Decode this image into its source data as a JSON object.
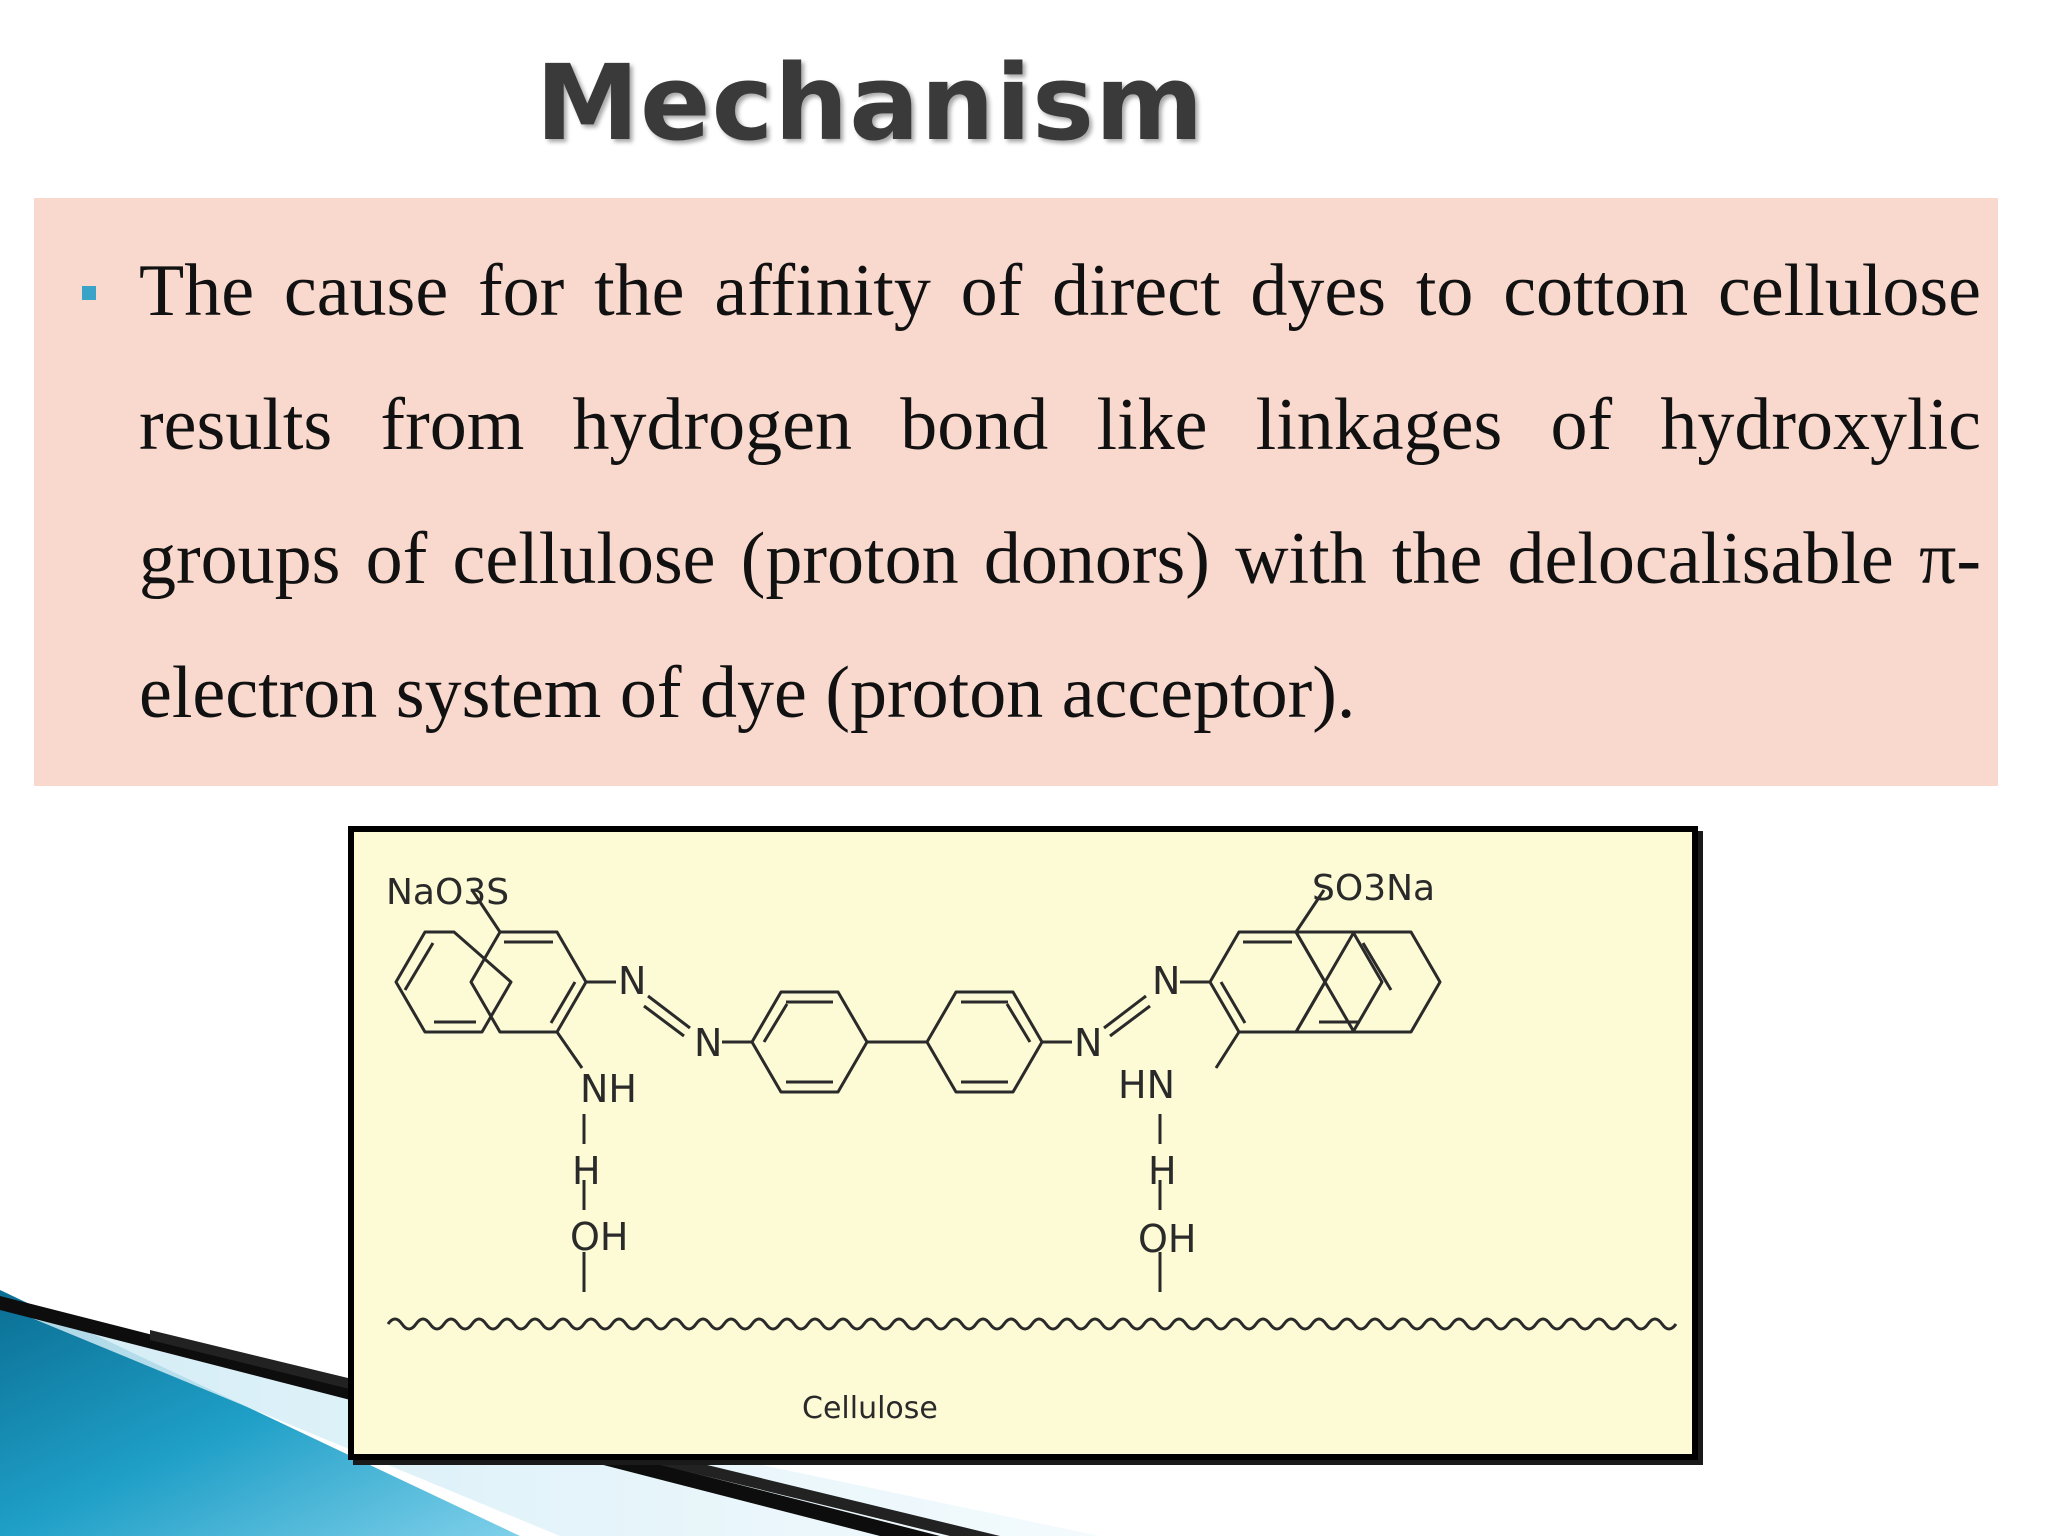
{
  "slide": {
    "title": "Mechanism",
    "bullet_text": "The cause for the affinity of direct dyes to cotton cellulose results from hydrogen bond like linkages of hydroxylic groups of cellulose (proton donors) with the delocalisable π-electron  system of dye (proton acceptor)."
  },
  "diagram": {
    "left_group": "NaO3S",
    "right_group": "SO3Na",
    "n_labels": [
      "N",
      "N",
      "N",
      "N"
    ],
    "left_amine": "NH",
    "right_amine": "HN",
    "hydrogen": "H",
    "hydroxyl": "OH",
    "substrate_label": "Cellulose"
  },
  "colors": {
    "title_text": "#3a3a3a",
    "text_box_bg": "#f9d9ce",
    "bullet_marker": "#3aa3c8",
    "diagram_bg": "#fdfbd5",
    "deco_teal": "#1a8fb5",
    "deco_dark": "#0d0d0d"
  }
}
